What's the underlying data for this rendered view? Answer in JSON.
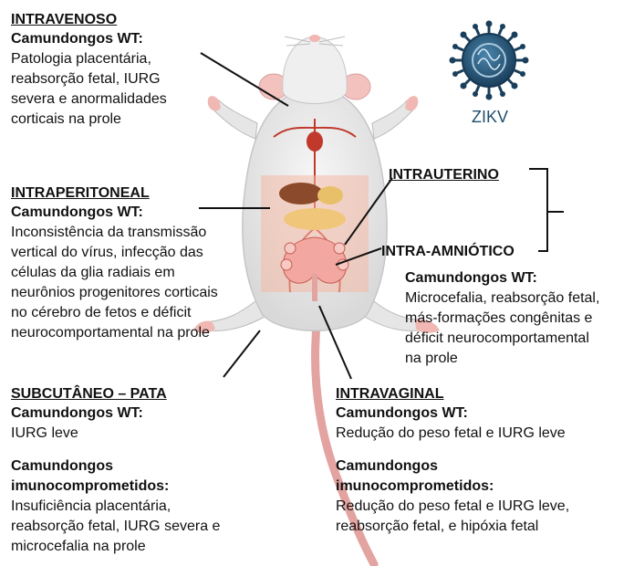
{
  "virus": {
    "label": "ZIKV",
    "color": "#1f4e6b"
  },
  "routes": {
    "intravenoso": {
      "title": "INTRAVENOSO",
      "subtitle": "Camundongos WT:",
      "lines": [
        "Patologia placentária,",
        "reabsorção fetal, IURG",
        "severa e anormalidades",
        "corticais na prole"
      ]
    },
    "intraperitoneal": {
      "title": "INTRAPERITONEAL",
      "subtitle": "Camundongos WT:",
      "lines": [
        "Inconsistência da transmissão",
        "vertical do vírus, infecção das",
        "células da glia radiais em",
        "neurônios progenitores corticais",
        "no cérebro de fetos e  déficit",
        "neurocomportamental na prole"
      ]
    },
    "subcutaneo": {
      "title": "SUBCUTÂNEO – PATA",
      "subtitle": "Camundongos WT:",
      "lines": [
        "IURG leve"
      ],
      "subtitle2": "Camundongos",
      "subtitle3": "imunocomprometidos:",
      "lines2": [
        "Insuficiência placentária,",
        "reabsorção fetal, IURG severa e",
        "microcefalia  na prole"
      ]
    },
    "intrauterino": {
      "title": "INTRAUTERINO"
    },
    "intraamniotico": {
      "title": "INTRA-AMNIÓTICO",
      "subtitle": "Camundongos WT:",
      "lines": [
        "Microcefalia, reabsorção fetal,",
        "más-formações congênitas e",
        "déficit neurocomportamental",
        "na prole"
      ]
    },
    "intravaginal": {
      "title": "INTRAVAGINAL",
      "subtitle": "Camundongos WT:",
      "lines": [
        "Redução do peso fetal e IURG leve"
      ],
      "subtitle2": "Camundongos",
      "subtitle3": "imunocomprometidos:",
      "lines2": [
        "Redução do peso fetal e IURG leve,",
        "reabsorção fetal, e hipóxia fetal"
      ]
    }
  }
}
